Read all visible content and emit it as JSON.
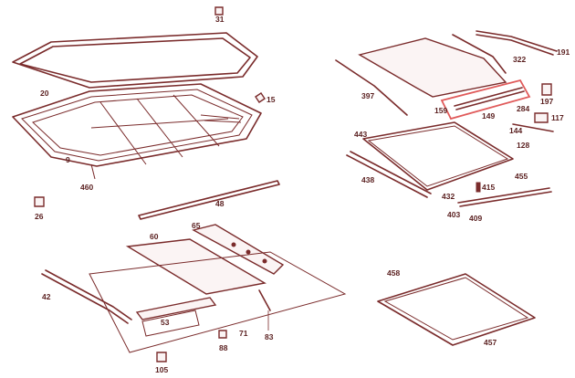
{
  "labels": {
    "p31": "31",
    "p20": "20",
    "p15": "15",
    "p9": "9",
    "p460": "460",
    "p26": "26",
    "p48": "48",
    "p65": "65",
    "p60": "60",
    "p42": "42",
    "p53": "53",
    "p71": "71",
    "p83": "83",
    "p88": "88",
    "p105": "105",
    "p191": "191",
    "p322": "322",
    "p397": "397",
    "p197": "197",
    "p159": "159",
    "p149": "149",
    "p284": "284",
    "p117": "117",
    "p144": "144",
    "p128": "128",
    "p443": "443",
    "p438": "438",
    "p415": "415",
    "p455": "455",
    "p432": "432",
    "p403": "403",
    "p409": "409",
    "p458": "458",
    "p457": "457"
  },
  "colors": {
    "line": "#7a2b2b",
    "highlight": "#e05a5a"
  }
}
